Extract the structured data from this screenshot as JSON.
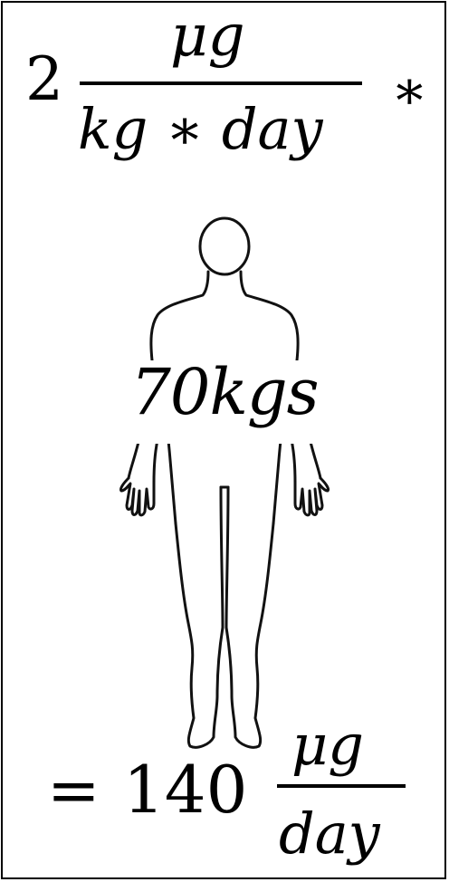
{
  "top_formula": {
    "coefficient": "2",
    "numerator": "μg",
    "denominator": "kg ∗ day",
    "operator": "∗"
  },
  "figure": {
    "icon": "human-body-outline-icon",
    "weight_label": "70kgs"
  },
  "result_formula": {
    "equals": "=",
    "value": "140",
    "numerator": "μg",
    "denominator": "day"
  }
}
